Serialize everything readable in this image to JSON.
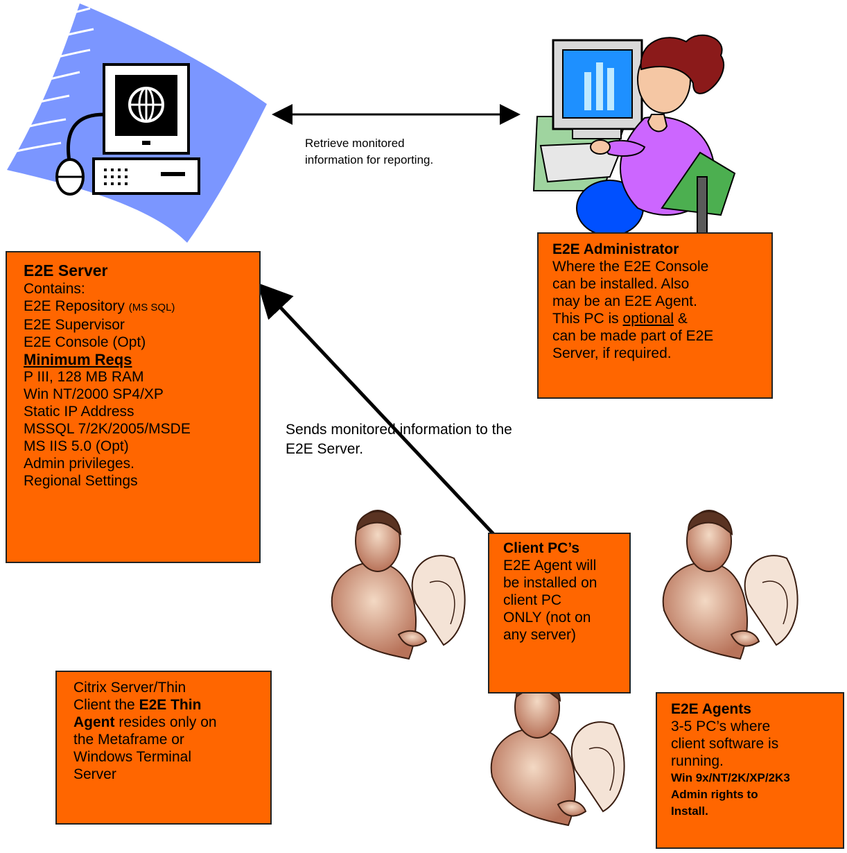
{
  "top_arrow_label": [
    "Retrieve monitored",
    "information for reporting."
  ],
  "sends_label": [
    "Sends monitored information to the",
    "E2E Server."
  ],
  "server_box": {
    "title": "E2E Server",
    "contains": "Contains:",
    "repository": "E2E Repository ",
    "repository_note": "(MS SQL)",
    "supervisor": "E2E Supervisor",
    "console": "E2E Console (Opt)",
    "min_heading": "Minimum Reqs",
    "requirements": [
      "P III, 128 MB RAM",
      "Win NT/2000 SP4/XP",
      "Static IP Address",
      "MSSQL 7/2K/2005/MSDE",
      "MS IIS 5.0 (Opt)",
      "Admin privileges.",
      "Regional Settings"
    ]
  },
  "admin_box": {
    "title": "E2E Administrator",
    "l1": "Where the E2E Console",
    "l2": "can be installed. Also",
    "l3": "may be an E2E Agent.",
    "l4_pre": "This PC is ",
    "l4_ul": "optional",
    "l4_post": " &",
    "l5": "can be made part of E2E",
    "l6": "Server, if required."
  },
  "client_box": {
    "title": "Client PC’s",
    "lines": [
      "E2E Agent will",
      "be installed on",
      "client PC",
      "ONLY (not on",
      "any server)"
    ]
  },
  "citrix_box": {
    "l1": "Citrix Server/Thin",
    "l2_pre": "Client the ",
    "l2_bold": "E2E Thin",
    "l3_bold": "Agent",
    "l3_post": " resides only on",
    "l4": "the Metaframe or",
    "l5": "Windows Terminal",
    "l6": "Server"
  },
  "agents_box": {
    "title": "E2E Agents",
    "lines": [
      "3-5 PC’s where",
      "client software is",
      "running."
    ],
    "bold_lines": [
      "Win 9x/NT/2K/XP/2K3",
      "Admin rights to",
      "Install."
    ]
  },
  "colors": {
    "box_fill": "#ff6600",
    "swoosh": "#7b96ff",
    "arrow": "#000000"
  }
}
